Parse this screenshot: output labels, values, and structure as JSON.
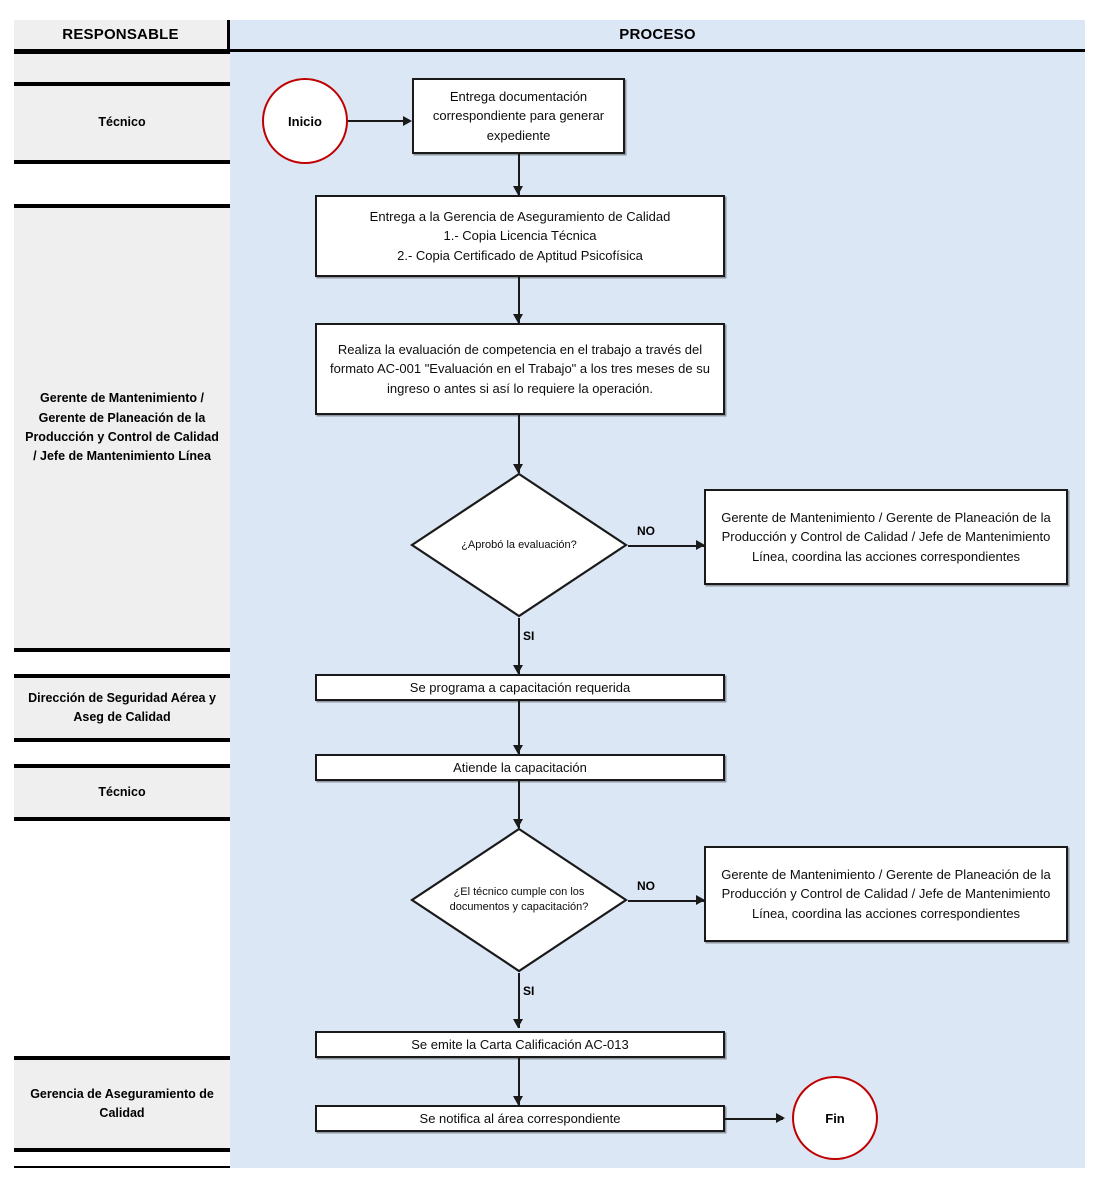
{
  "header": {
    "responsable": "RESPONSABLE",
    "proceso": "PROCESO"
  },
  "responsible_rows": [
    {
      "label": "",
      "shaded": true
    },
    {
      "label": "Técnico",
      "shaded": true
    },
    {
      "label": "",
      "shaded": false
    },
    {
      "label": "Gerente de Mantenimiento / Gerente de Planeación de la Producción y Control de Calidad / Jefe de Mantenimiento Línea",
      "shaded": true
    },
    {
      "label": "",
      "shaded": false
    },
    {
      "label": "Dirección de Seguridad Aérea y Aseg de Calidad",
      "shaded": true
    },
    {
      "label": "",
      "shaded": false
    },
    {
      "label": "Técnico",
      "shaded": true
    },
    {
      "label": "",
      "shaded": false
    },
    {
      "label": "Gerencia de Aseguramiento de Calidad",
      "shaded": true
    },
    {
      "label": "",
      "shaded": false
    }
  ],
  "flow": {
    "start": "Inicio",
    "end": "Fin",
    "step1": "Entrega documentación correspondiente para generar expediente",
    "step2": "Entrega a la Gerencia de Aseguramiento de Calidad\n1.- Copia Licencia Técnica\n2.- Copia Certificado de Aptitud Psicofísica",
    "step3": "Realiza la evaluación de competencia en el trabajo a través del formato AC-001 \"Evaluación en el Trabajo\" a los tres meses de su ingreso o antes si así lo requiere la operación.",
    "decision1": "¿Aprobó la evaluación?",
    "no_action1": "Gerente de Mantenimiento / Gerente de Planeación de la Producción y Control de Calidad / Jefe de Mantenimiento Línea, coordina las acciones correspondientes",
    "step4": "Se programa a capacitación requerida",
    "step5": "Atiende la capacitación",
    "decision2": "¿El técnico cumple con los documentos y capacitación?",
    "no_action2": "Gerente de Mantenimiento / Gerente de Planeación de la Producción y Control de Calidad / Jefe de Mantenimiento Línea, coordina las acciones correspondientes",
    "step6": "Se emite la Carta Calificación AC-013",
    "step7": "Se notifica al área correspondiente",
    "label_no_1": "NO",
    "label_si_1": "SI",
    "label_no_2": "NO",
    "label_si_2": "SI"
  },
  "colors": {
    "process_background": "#dce7f5",
    "responsible_shaded": "#efefef",
    "terminator_border": "#c00000",
    "node_border": "#1a1a1a"
  }
}
